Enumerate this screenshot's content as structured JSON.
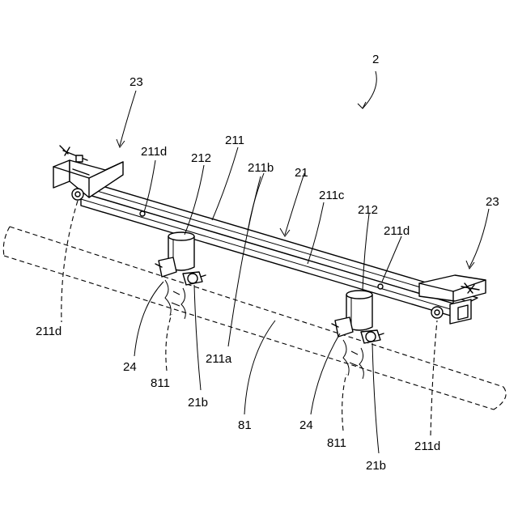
{
  "labels": {
    "assembly": "2",
    "end_left": "23",
    "end_right": "23",
    "hole_left_top": "211d",
    "post_left": "212",
    "beam": "211",
    "beam_face_b": "211b",
    "bar": "21",
    "beam_face_c": "211c",
    "post_right": "212",
    "hole_right_top": "211d",
    "hole_left_bottom": "211d",
    "beam_face_a": "211a",
    "clamp_left": "24",
    "groove_left": "811",
    "bolt_left": "21b",
    "pipe": "81",
    "clamp_right": "24",
    "groove_right": "811",
    "bolt_right": "21b",
    "hole_right_bottom": "211d"
  }
}
